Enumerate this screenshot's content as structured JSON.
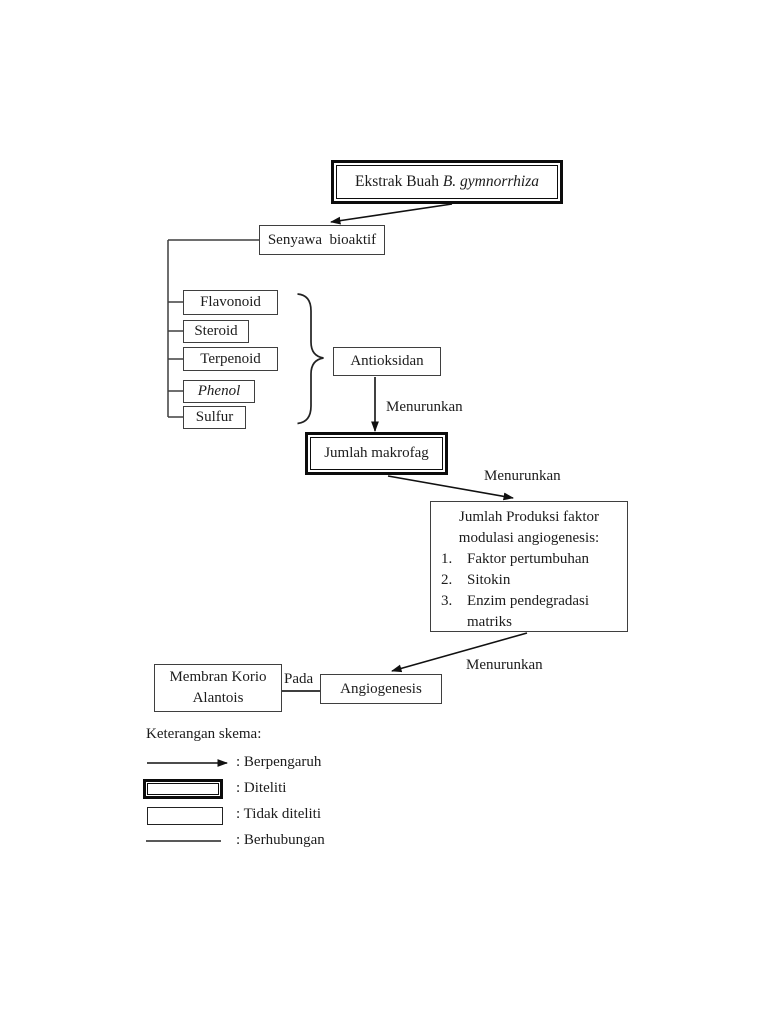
{
  "nodes": {
    "ekstrak": {
      "prefix": "Ekstrak Buah ",
      "species": "B. gymnorrhiza"
    },
    "senyawa": "Senyawa  bioaktif",
    "compounds": [
      "Flavonoid",
      "Steroid",
      "Terpenoid",
      "Phenol",
      "Sulfur"
    ],
    "antioksidan": "Antioksidan",
    "makrofag": "Jumlah makrofag",
    "produksi": {
      "title_line1": "Jumlah Produksi faktor",
      "title_line2": "modulasi angiogenesis:",
      "items": [
        {
          "num": "1.",
          "text": "Faktor pertumbuhan"
        },
        {
          "num": "2.",
          "text": "Sitokin"
        },
        {
          "num": "3.",
          "text": "Enzim pendegradasi matriks"
        }
      ]
    },
    "membran": {
      "line1": "Membran Korio",
      "line2": "Alantois"
    },
    "pada": "Pada",
    "angiogenesis": "Angiogenesis"
  },
  "edge_labels": {
    "antioksidan_makrofag": "Menurunkan",
    "makrofag_produksi": "Menurunkan",
    "produksi_angiogenesis": "Menurunkan"
  },
  "legend": {
    "title": "Keterangan skema:",
    "items": [
      {
        "symbol": "arrow",
        "label": ": Berpengaruh"
      },
      {
        "symbol": "double-box",
        "label": ": Diteliti"
      },
      {
        "symbol": "box",
        "label": ": Tidak diteliti"
      },
      {
        "symbol": "line",
        "label": ": Berhubungan"
      }
    ]
  },
  "colors": {
    "ink": "#1c1c1c",
    "thin_border": "#3f3f3f",
    "thick_border": "#0c0c0c",
    "background": "#ffffff"
  }
}
